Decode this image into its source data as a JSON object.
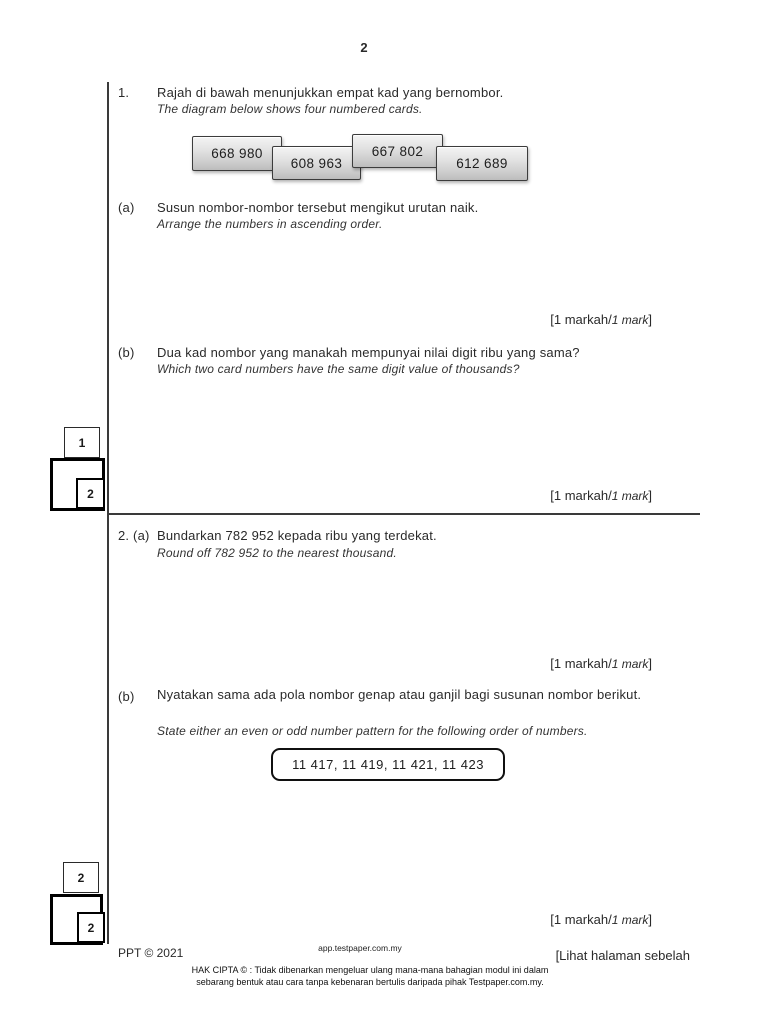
{
  "page": {
    "number": "2",
    "footer": {
      "left": "PPT © 2021",
      "center": "app.testpaper.com.my",
      "right": "[Lihat halaman sebelah",
      "copyright_line1": "HAK CIPTA © : Tidak dibenarkan mengeluar ulang mana-mana bahagian modul ini dalam",
      "copyright_line2": "sebarang bentuk atau cara tanpa kebenaran bertulis daripada pihak Testpaper.com.my."
    }
  },
  "marks_label": {
    "prefix": "[1 markah/",
    "italic": "1 mark",
    "suffix": "]"
  },
  "q1": {
    "number": "1.",
    "prompt_ms": "Rajah di bawah menunjukkan empat kad yang bernombor.",
    "prompt_en": "The diagram below shows four numbered cards.",
    "cards": [
      "668 980",
      "608 963",
      "667 802",
      "612 689"
    ],
    "a": {
      "label": "(a)",
      "prompt_ms": "Susun nombor-nombor tersebut mengikut urutan naik.",
      "prompt_en": "Arrange the numbers in ascending order."
    },
    "b": {
      "label": "(b)",
      "prompt_ms": "Dua kad nombor yang manakah mempunyai nilai digit ribu yang sama?",
      "prompt_en": "Which two card numbers have the same digit value of thousands?"
    },
    "scorebox": {
      "sub_mark": "1",
      "total_mark": "2"
    }
  },
  "q2": {
    "a": {
      "label": "2. (a)",
      "prompt_ms": "Bundarkan 782 952 kepada ribu yang terdekat.",
      "prompt_en": "Round off 782 952 to the nearest thousand."
    },
    "b": {
      "label": "(b)",
      "prompt_ms": "Nyatakan sama ada pola nombor genap atau ganjil bagi susunan nombor berikut.",
      "prompt_en": "State either an even or odd number pattern for the following order of numbers.",
      "number_pattern": "11 417, 11 419, 11 421, 11 423"
    },
    "scorebox": {
      "sub_mark": "2",
      "total_mark": "2"
    }
  }
}
